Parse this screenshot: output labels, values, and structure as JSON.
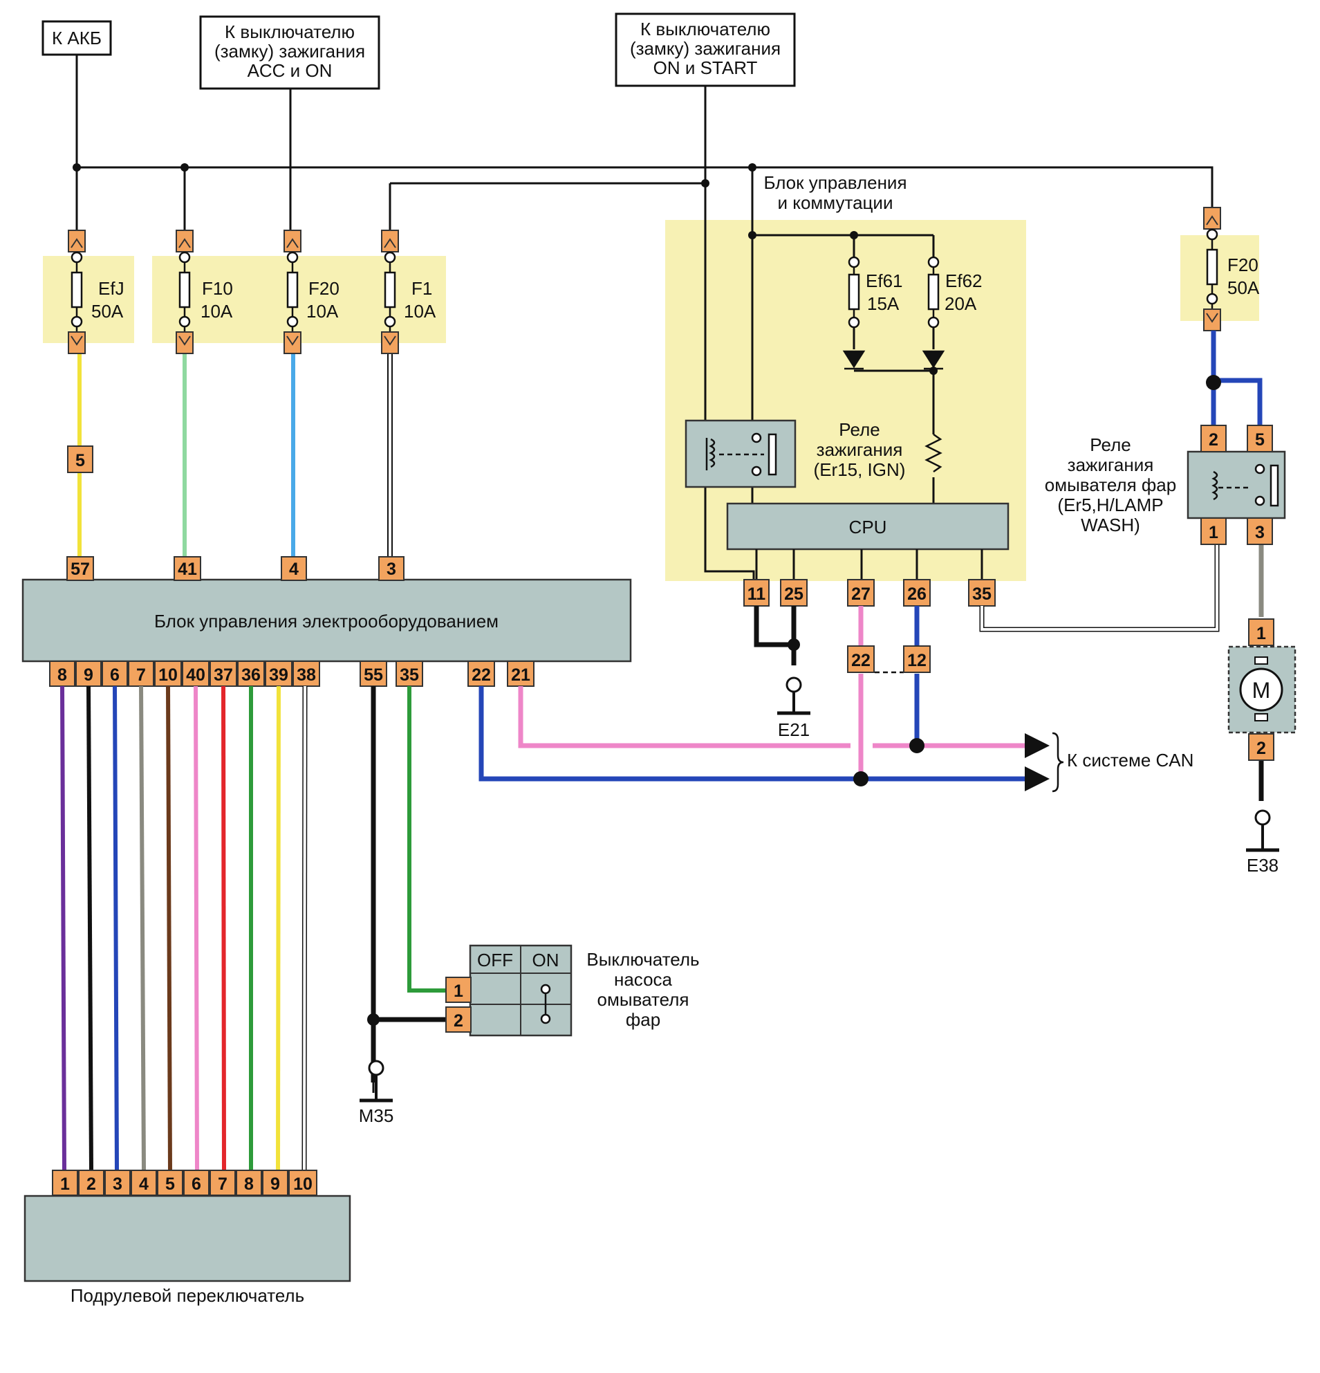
{
  "labels": {
    "akb": "К АКБ",
    "ign_acc_on_1": "К выключателю",
    "ign_acc_on_2": "(замку) зажигания",
    "ign_acc_on_3": "ACC и ON",
    "ign_on_start_1": "К выключателю",
    "ign_on_start_2": "(замку) зажигания",
    "ign_on_start_3": "ON и START",
    "bcm_title_1": "Блок управления",
    "bcm_title_2": "и коммутации",
    "ign_relay_1": "Реле",
    "ign_relay_2": "зажигания",
    "ign_relay_3": "(Er15, IGN)",
    "cpu": "CPU",
    "washer_relay_1": "Реле",
    "washer_relay_2": "зажигания",
    "washer_relay_3": "омывателя фар",
    "washer_relay_4": "(Er5,H/LAMP",
    "washer_relay_5": "WASH)",
    "ecu": "Блок управления электрооборудованием",
    "can": "К системе CAN",
    "switch_1": "Выключатель",
    "switch_2": "насоса",
    "switch_3": "омывателя",
    "switch_4": "фар",
    "switch_off": "OFF",
    "switch_on": "ON",
    "column_switch": "Подрулевой переключатель",
    "motor": "M",
    "gnd_e21": "E21",
    "gnd_e38": "E38",
    "gnd_m35": "M35"
  },
  "fuses": [
    {
      "name": "EfJ",
      "rating": "50A"
    },
    {
      "name": "F10",
      "rating": "10A"
    },
    {
      "name": "F20",
      "rating": "10A"
    },
    {
      "name": "F1",
      "rating": "10A"
    },
    {
      "name": "Ef61",
      "rating": "15A"
    },
    {
      "name": "Ef62",
      "rating": "20A"
    },
    {
      "name": "F20",
      "rating": "50A"
    }
  ],
  "pins": {
    "akb_mid": "5",
    "ecu_top": [
      "57",
      "41",
      "4",
      "3"
    ],
    "ecu_bottom_bundle": [
      "8",
      "9",
      "6",
      "7",
      "10",
      "40",
      "37",
      "36",
      "39",
      "38"
    ],
    "ecu_bottom_switch": [
      "55",
      "35"
    ],
    "ecu_bottom_can": [
      "22",
      "21"
    ],
    "bcm_bottom": [
      "11",
      "25",
      "27",
      "26",
      "35"
    ],
    "can_mid": [
      "22",
      "12"
    ],
    "washer_relay_top": [
      "2",
      "5"
    ],
    "washer_relay_bottom": [
      "1",
      "3"
    ],
    "motor": [
      "1",
      "2"
    ],
    "switch": [
      "1",
      "2"
    ],
    "column_switch": [
      "1",
      "2",
      "3",
      "4",
      "5",
      "6",
      "7",
      "8",
      "9",
      "10"
    ]
  },
  "colors": {
    "yellow_wire": "#f2e23a",
    "green_light_wire": "#8fd9a0",
    "light_blue_wire": "#4aa9e8",
    "blue_wire": "#2446b8",
    "pink_wire": "#ee86c8",
    "purple_wire": "#6a2f9a",
    "brown_wire": "#6b3a1c",
    "red_wire": "#e3262b",
    "green_wire": "#2d9b3a",
    "grey_wire": "#8a8a80",
    "fuse_zone": "#f7f1b4",
    "box_fill": "#b4c7c5",
    "pin_fill": "#f2a35e"
  },
  "bundle_wire_colors": [
    "purple",
    "black",
    "blue",
    "grey",
    "brown",
    "pink",
    "red",
    "green",
    "yellow",
    "white"
  ]
}
